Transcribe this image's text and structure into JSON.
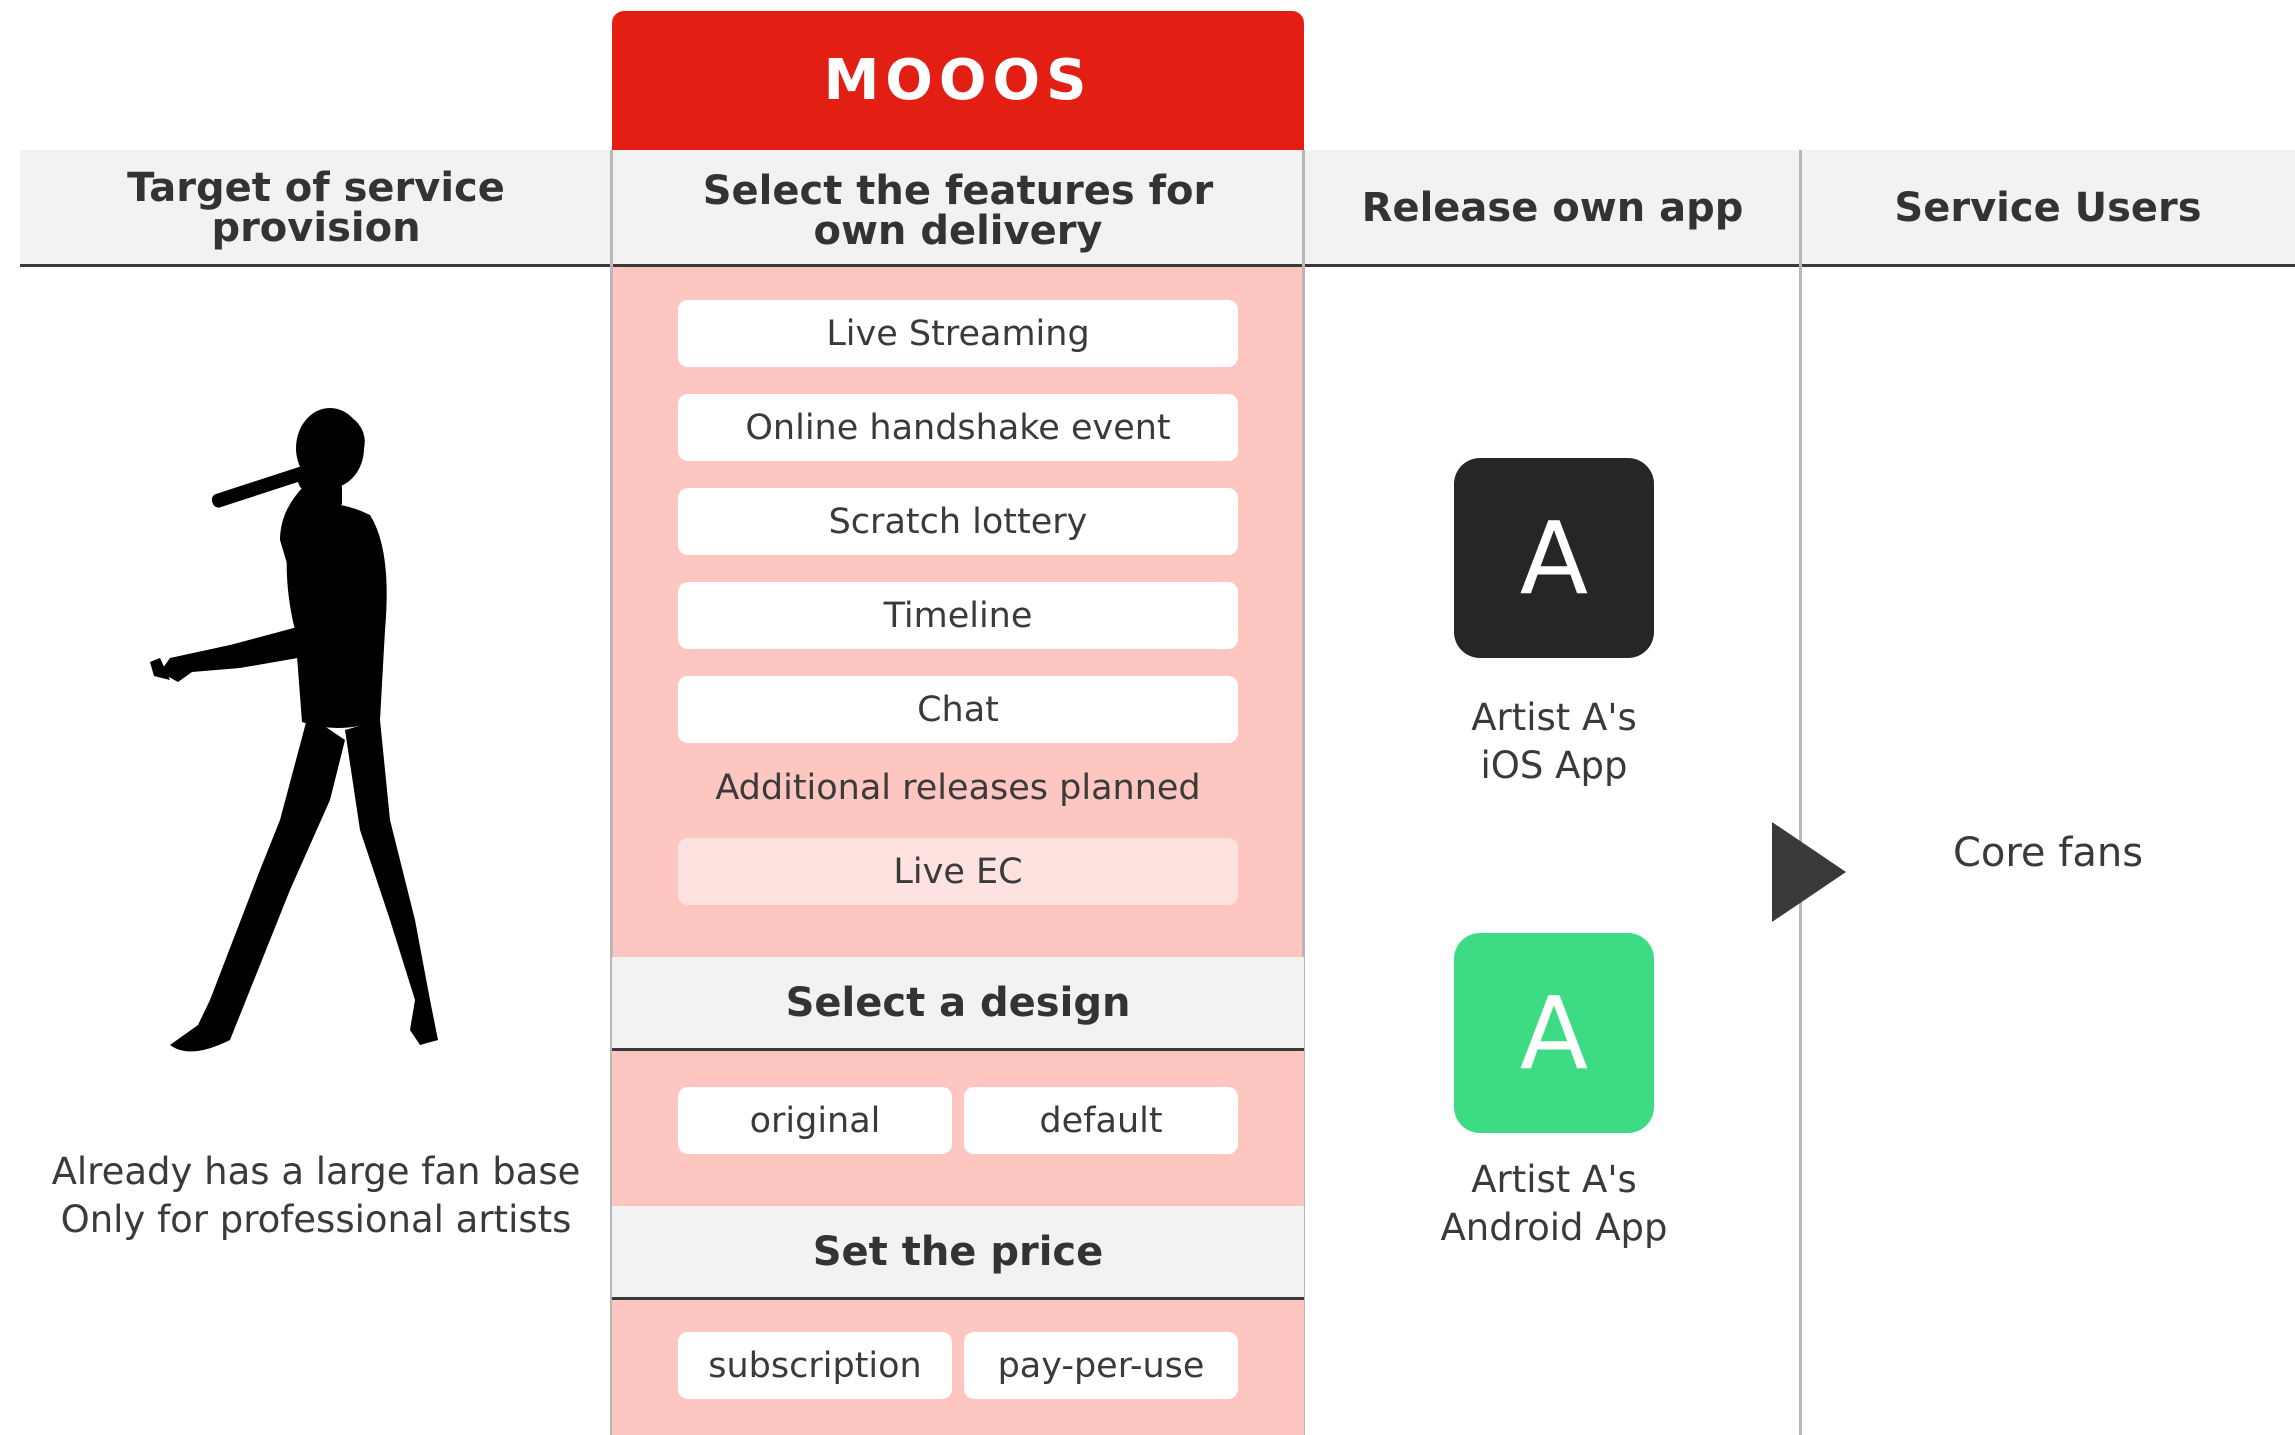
{
  "brand": {
    "name": "MOOOS",
    "color": "#e31f14"
  },
  "columns": [
    {
      "title": "Target of service provision"
    },
    {
      "title": "Select the features for own delivery"
    },
    {
      "title": "Release own app"
    },
    {
      "title": "Service Users"
    }
  ],
  "target": {
    "figure_icon": "singer-silhouette-icon",
    "caption_lines": [
      "Already has a large fan base",
      "Only for professional artists"
    ]
  },
  "features": {
    "items": [
      "Live Streaming",
      "Online handshake event",
      "Scratch lottery",
      "Timeline",
      "Chat"
    ],
    "planned_label": "Additional releases planned",
    "planned_items": [
      "Live EC"
    ]
  },
  "design": {
    "title": "Select a design",
    "options": [
      "original",
      "default"
    ]
  },
  "price": {
    "title": "Set the price",
    "options": [
      "subscription",
      "pay-per-use"
    ]
  },
  "apps": [
    {
      "letter": "A",
      "label_lines": [
        "Artist A's",
        "iOS App"
      ],
      "color": "#262626"
    },
    {
      "letter": "A",
      "label_lines": [
        "Artist A's",
        "Android App"
      ],
      "color": "#3ddc84"
    }
  ],
  "users": {
    "label": "Core fans"
  },
  "colors": {
    "pink_panel": "#fdc6c1",
    "header_bg": "#f2f2f2",
    "arrow": "#3a3a3a"
  }
}
